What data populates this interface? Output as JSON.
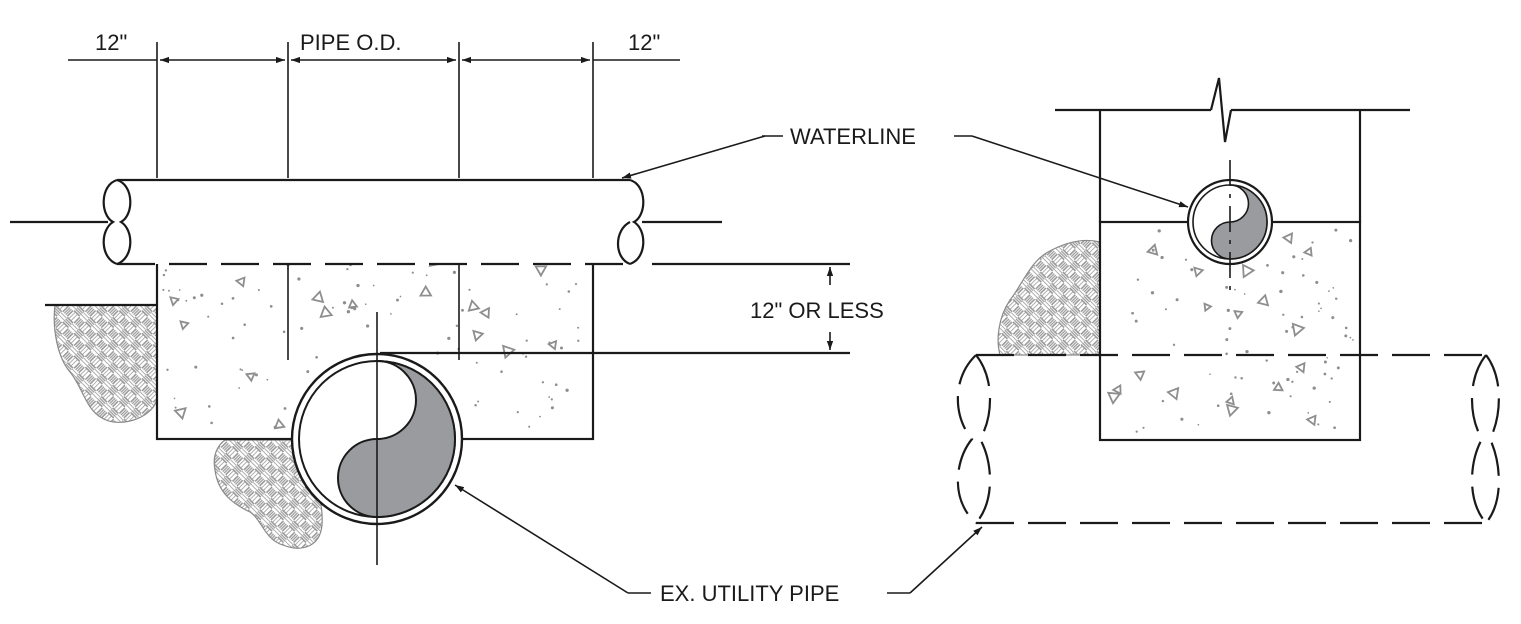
{
  "labels": {
    "dim_left": "12\"",
    "dim_center": "PIPE O.D.",
    "dim_right": "12\"",
    "vertical_dim": "12\" OR LESS",
    "waterline": "WATERLINE",
    "utility_pipe": "EX. UTILITY PIPE"
  },
  "colors": {
    "line": "#1a1a1a",
    "pipe_fill": "#9a9b9e",
    "aggregate": "#8e8e90",
    "soil_hatch": "#8a8a8a"
  },
  "icons": {
    "arrow": "arrowhead",
    "break": "break-line-symbol"
  }
}
